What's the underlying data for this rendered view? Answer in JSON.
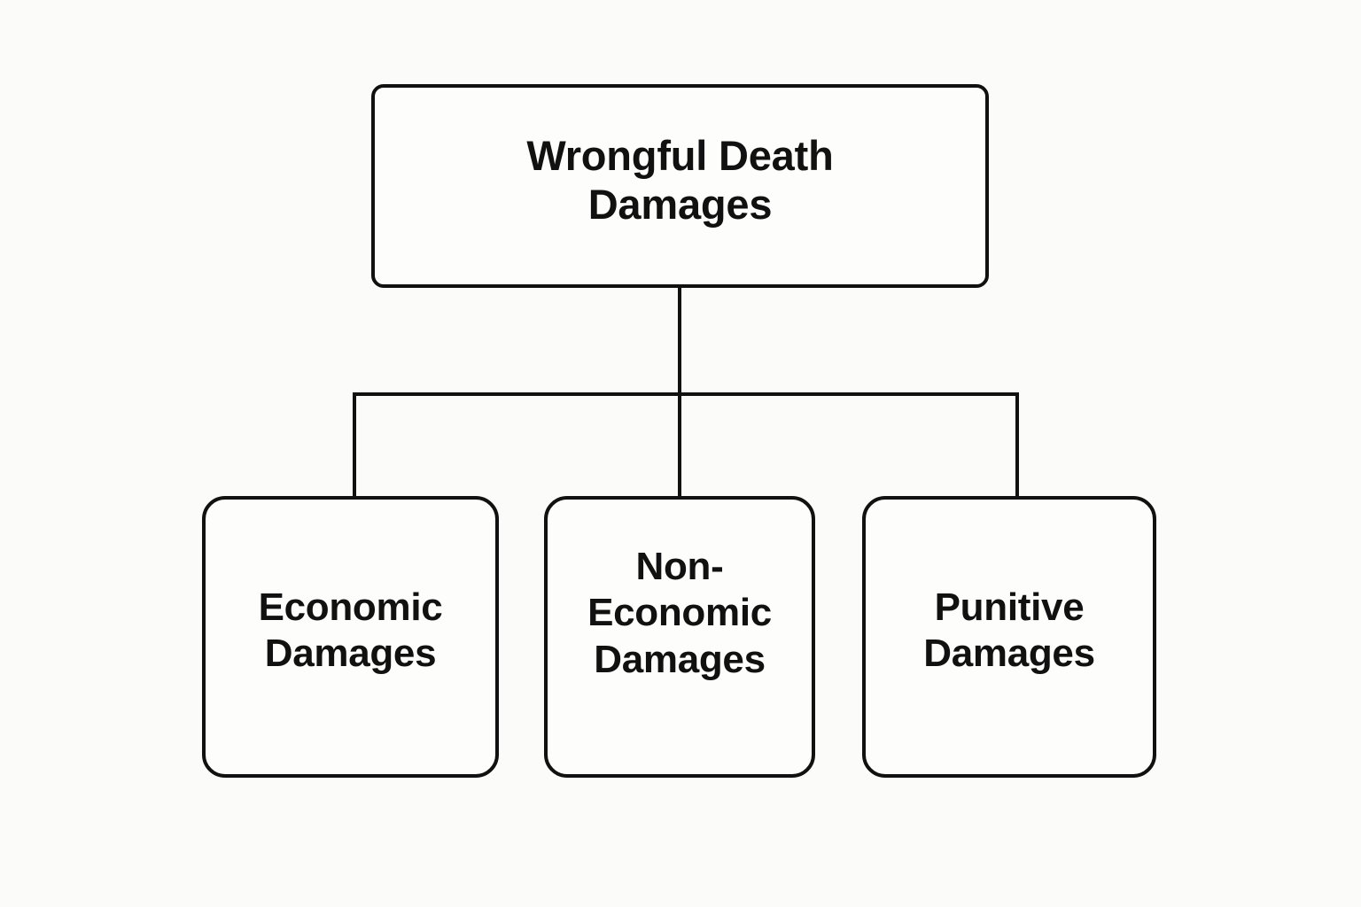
{
  "diagram": {
    "type": "hierarchy-tree",
    "title": "Wrongful Death Damages",
    "background_color": "#fbfbf9",
    "line_color": "#111111",
    "box_fill_color": "#fdfdfc",
    "root": {
      "label": "Wrongful Death\nDamages"
    },
    "children": [
      {
        "label": "Economic\nDamages"
      },
      {
        "label": "Non-\nEconomic\nDamages"
      },
      {
        "label": "Punitive\nDamages"
      }
    ]
  }
}
